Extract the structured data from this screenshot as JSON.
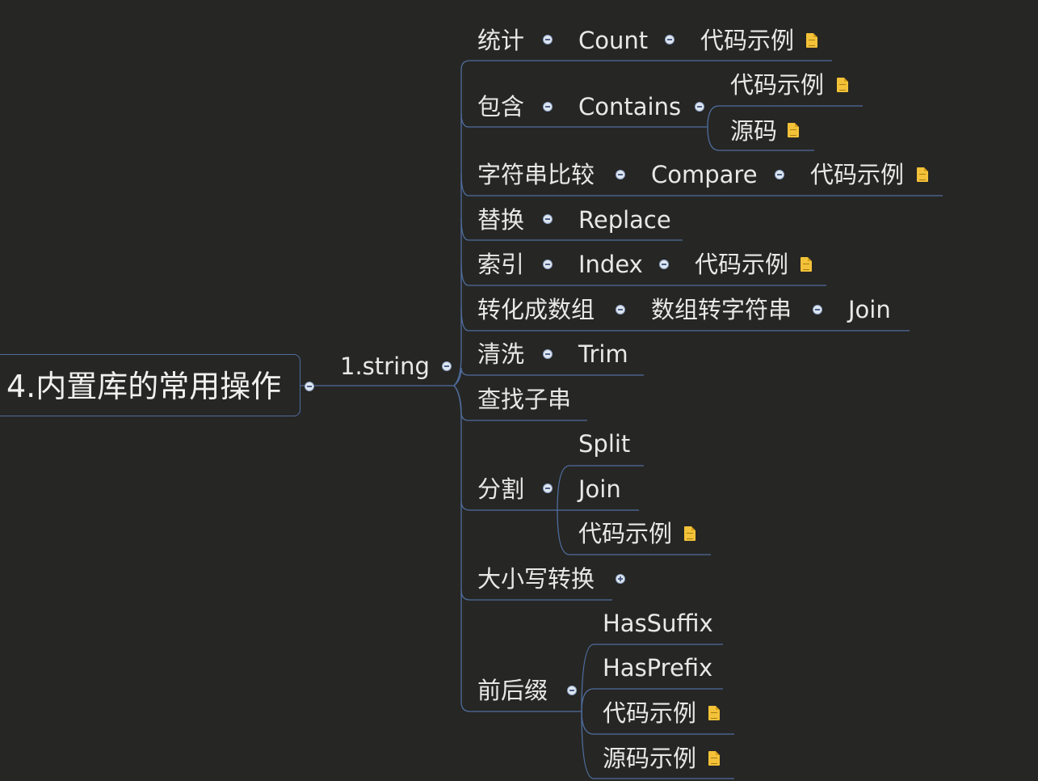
{
  "mindmap": {
    "root": "4.内置库的常用操作",
    "branch": "1.string",
    "nodes": {
      "count_group": "统计",
      "count": "Count",
      "count_example": "代码示例",
      "contains_group": "包含",
      "contains": "Contains",
      "contains_example": "代码示例",
      "contains_source": "源码",
      "compare_group": "字符串比较",
      "compare": "Compare",
      "compare_example": "代码示例",
      "replace_group": "替换",
      "replace": "Replace",
      "index_group": "索引",
      "index": "Index",
      "index_example": "代码示例",
      "to_array_group": "转化成数组",
      "array_to_string": "数组转字符串",
      "join": "Join",
      "trim_group": "清洗",
      "trim": "Trim",
      "find_substring": "查找子串",
      "split_group": "分割",
      "split": "Split",
      "split_join": "Join",
      "split_example": "代码示例",
      "case_group": "大小写转换",
      "affix_group": "前后缀",
      "has_suffix": "HasSuffix",
      "has_prefix": "HasPrefix",
      "affix_example": "代码示例",
      "affix_source_example": "源码示例"
    }
  },
  "colors": {
    "background": "#262624",
    "connector": "#4f6e9f",
    "note_icon": "#f3c239"
  }
}
